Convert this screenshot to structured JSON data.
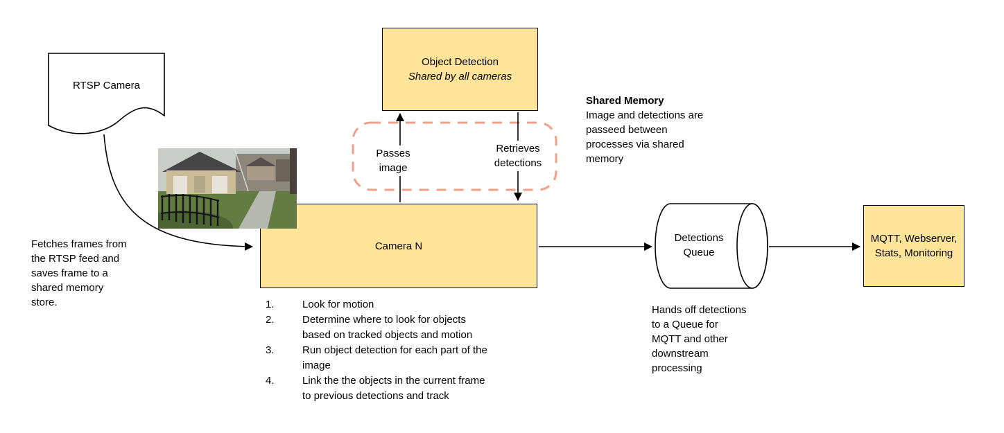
{
  "colors": {
    "box_fill": "#FFE599",
    "box_border": "#000000",
    "dashed_region": "#F0A088",
    "arrow": "#000000",
    "text": "#000000"
  },
  "nodes": {
    "rtsp_camera": {
      "label": "RTSP Camera"
    },
    "object_detection": {
      "title": "Object Detection",
      "subtitle": "Shared by all cameras"
    },
    "camera_n": {
      "label": "Camera N"
    },
    "detections_queue": {
      "label": "Detections\nQueue"
    },
    "mqtt_webserver": {
      "label": "MQTT, Webserver,\nStats, Monitoring"
    }
  },
  "edge_labels": {
    "passes_image": "Passes\nimage",
    "retrieves_detections": "Retrieves\ndetections"
  },
  "notes": {
    "shared_memory": {
      "title": "Shared Memory",
      "body": "Image and detections are\npasseed between\nprocesses via shared\nmemory"
    },
    "fetch_frames": "Fetches frames from\nthe RTSP feed and\nsaves frame to a\nshared memory\nstore.",
    "queue_handoff": "Hands off detections\nto a Queue for\nMQTT and other\ndownstream\nprocessing"
  },
  "steps": [
    {
      "num": "1.",
      "text": "Look for motion"
    },
    {
      "num": "2.",
      "text": "Determine where to look for objects\nbased on tracked objects and motion"
    },
    {
      "num": "3.",
      "text": "Run object detection for each part of the\nimage"
    },
    {
      "num": "4.",
      "text": "Link the the objects in the current frame\nto previous detections and track"
    }
  ]
}
